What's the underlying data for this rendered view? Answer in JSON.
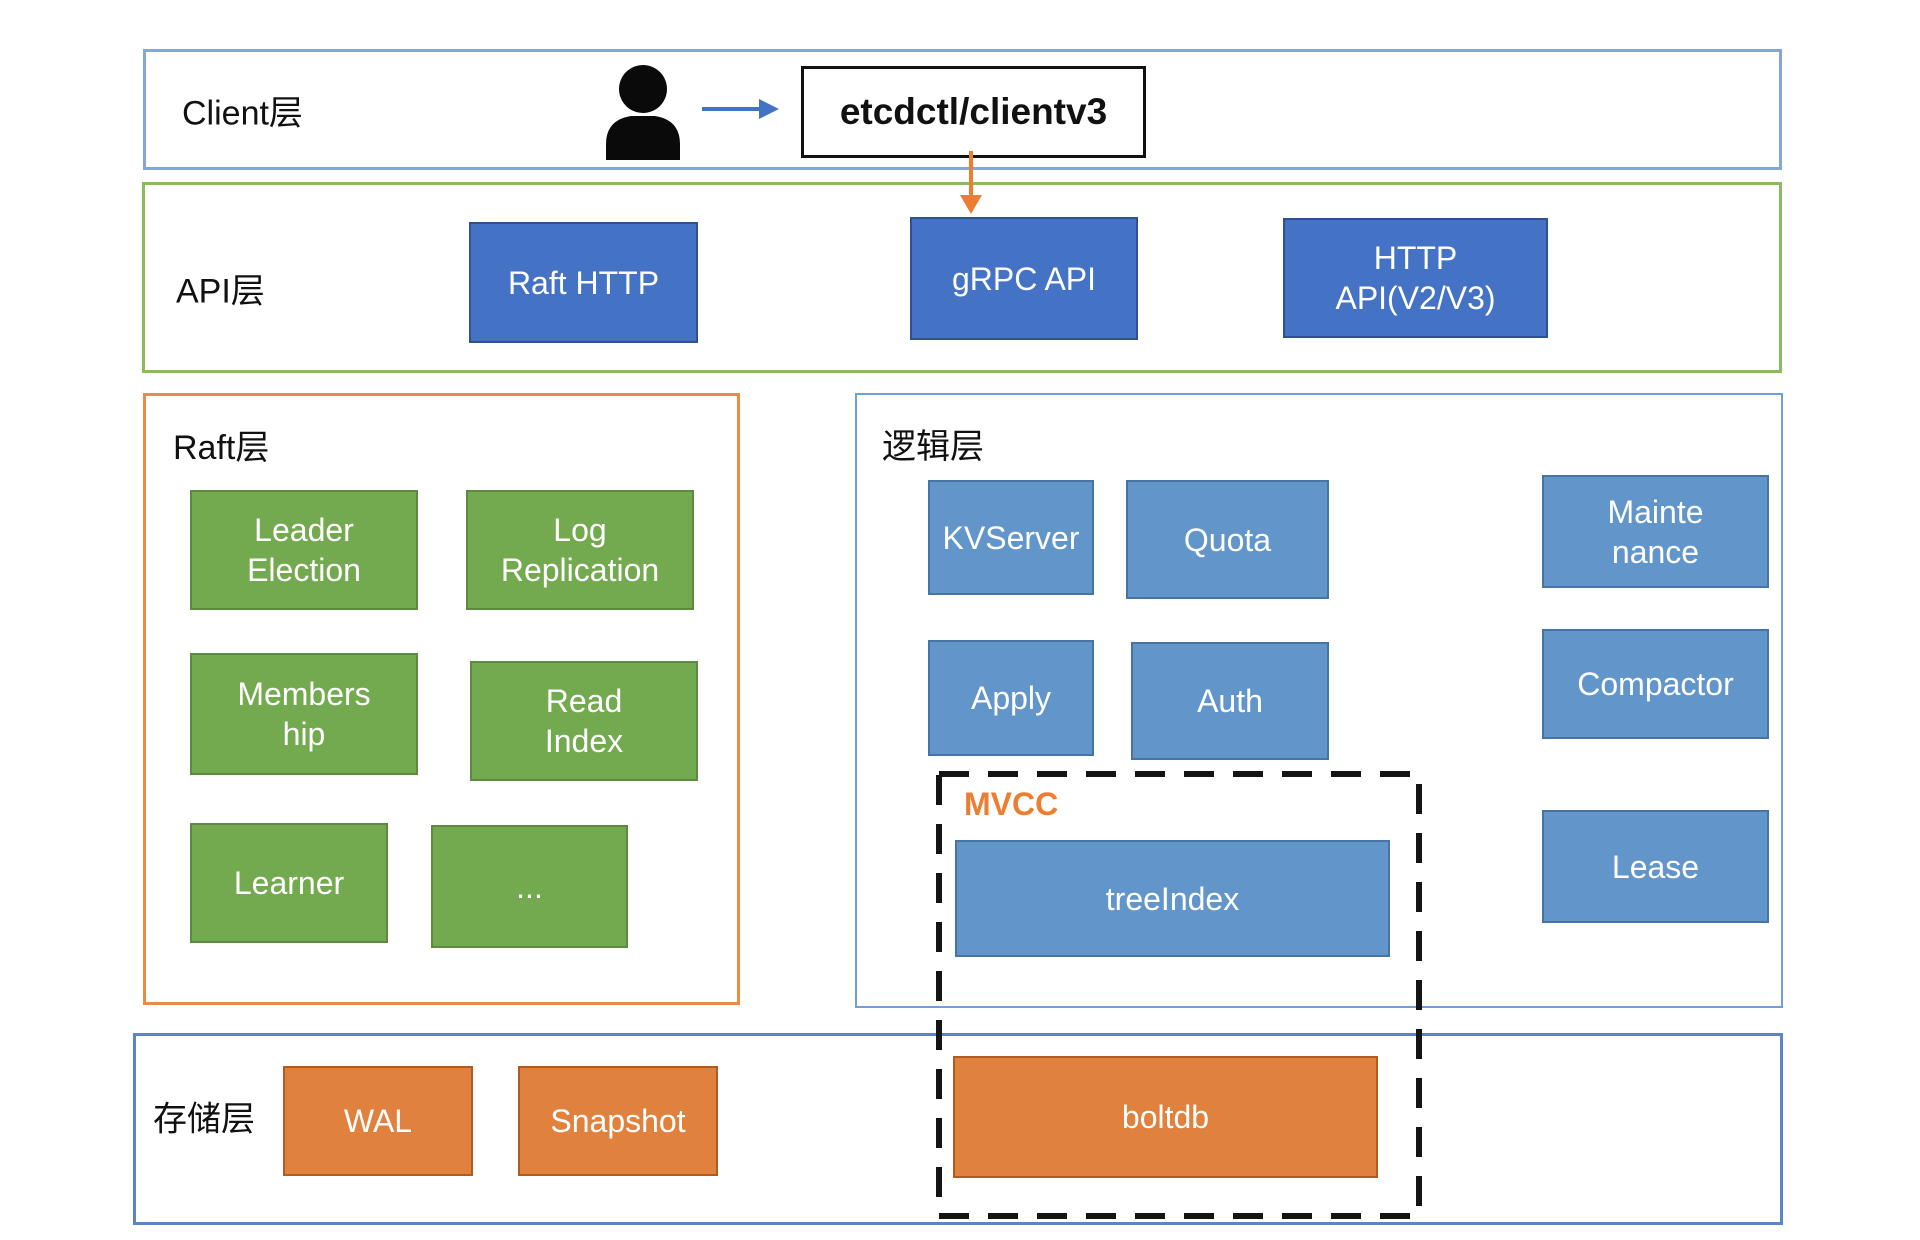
{
  "icons": {
    "person": "person silhouette",
    "arrow_right": "blue right arrow",
    "arrow_down": "orange down arrow"
  },
  "colors": {
    "api_box_fill": "#4472C4",
    "api_box_border": "#2F528F",
    "logic_box_fill": "#6296CB",
    "logic_box_border": "#4674A4",
    "raft_box_fill": "#74AA4F",
    "raft_box_border": "#5D8A3F",
    "storage_box_fill": "#E0813D",
    "storage_box_border": "#B05C20",
    "client_layer_border": "#84A7D8",
    "api_layer_border": "#8ABB61",
    "raft_layer_border": "#ED8B45",
    "logic_layer_border": "#6FA0D7",
    "storage_layer_border": "#5C85C8",
    "mvcc_dash": "#141414",
    "mvcc_label": "#ED7D31",
    "arrow_blue": "#4472C4",
    "arrow_orange": "#ED7D31"
  },
  "layers": {
    "client": {
      "label": "Client层",
      "etcdctl_box": "etcdctl/clientv3"
    },
    "api": {
      "label": "API层",
      "raft_http": "Raft HTTP",
      "grpc_api": "gRPC API",
      "http_api": "HTTP\nAPI(V2/V3)"
    },
    "raft": {
      "label": "Raft层",
      "leader_election": "Leader\nElection",
      "log_replication": "Log\nReplication",
      "membership": "Members\nhip",
      "read_index": "Read\nIndex",
      "learner": "Learner",
      "more": "..."
    },
    "logic": {
      "label": "逻辑层",
      "kvserver": "KVServer",
      "quota": "Quota",
      "maintenance": "Mainte\nnance",
      "apply": "Apply",
      "auth": "Auth",
      "compactor": "Compactor",
      "lease": "Lease",
      "mvcc_label": "MVCC",
      "tree_index": "treeIndex"
    },
    "storage": {
      "label": "存储层",
      "wal": "WAL",
      "snapshot": "Snapshot",
      "boltdb": "boltdb"
    }
  }
}
